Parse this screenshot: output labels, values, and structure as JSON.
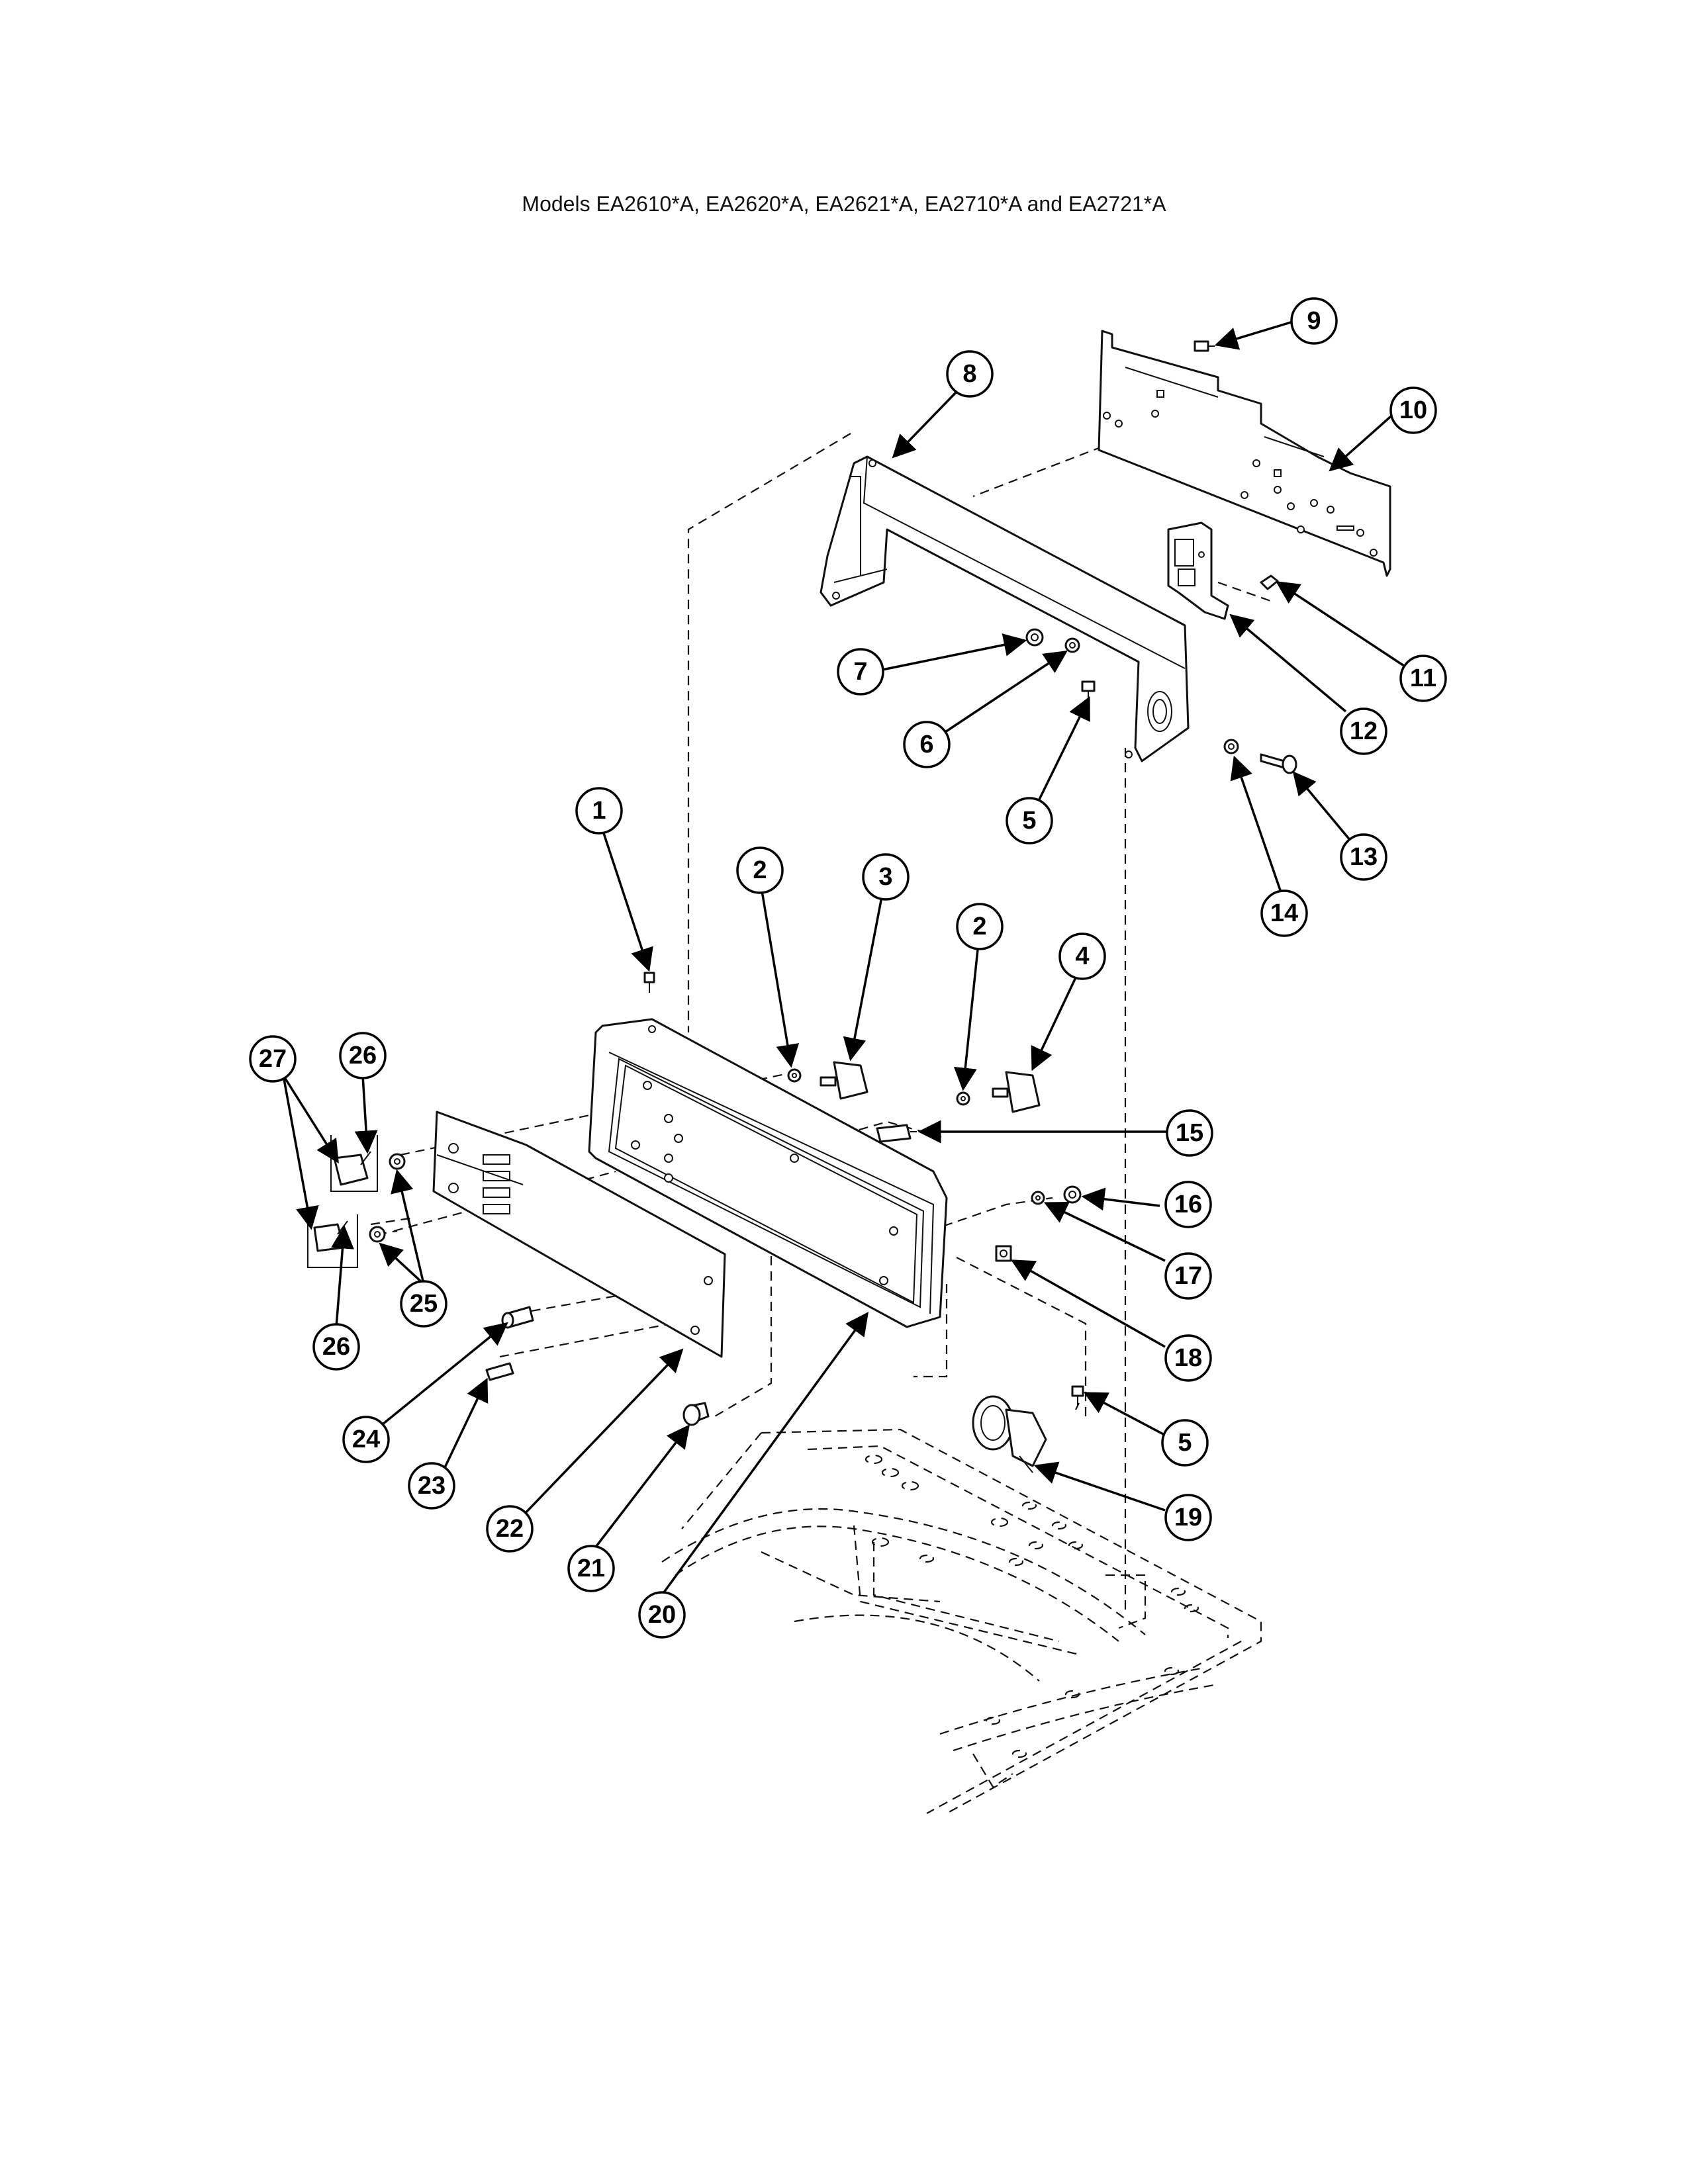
{
  "title": "Models EA2610*A, EA2620*A, EA2621*A, EA2710*A and EA2721*A",
  "callouts": [
    {
      "id": "callout-1",
      "label": "1"
    },
    {
      "id": "callout-2a",
      "label": "2"
    },
    {
      "id": "callout-2b",
      "label": "2"
    },
    {
      "id": "callout-3",
      "label": "3"
    },
    {
      "id": "callout-4",
      "label": "4"
    },
    {
      "id": "callout-5a",
      "label": "5"
    },
    {
      "id": "callout-5b",
      "label": "5"
    },
    {
      "id": "callout-6",
      "label": "6"
    },
    {
      "id": "callout-7",
      "label": "7"
    },
    {
      "id": "callout-8",
      "label": "8"
    },
    {
      "id": "callout-9",
      "label": "9"
    },
    {
      "id": "callout-10",
      "label": "10"
    },
    {
      "id": "callout-11",
      "label": "11"
    },
    {
      "id": "callout-12",
      "label": "12"
    },
    {
      "id": "callout-13",
      "label": "13"
    },
    {
      "id": "callout-14",
      "label": "14"
    },
    {
      "id": "callout-15",
      "label": "15"
    },
    {
      "id": "callout-16",
      "label": "16"
    },
    {
      "id": "callout-17",
      "label": "17"
    },
    {
      "id": "callout-18",
      "label": "18"
    },
    {
      "id": "callout-19",
      "label": "19"
    },
    {
      "id": "callout-20",
      "label": "20"
    },
    {
      "id": "callout-21",
      "label": "21"
    },
    {
      "id": "callout-22",
      "label": "22"
    },
    {
      "id": "callout-23",
      "label": "23"
    },
    {
      "id": "callout-24",
      "label": "24"
    },
    {
      "id": "callout-25",
      "label": "25"
    },
    {
      "id": "callout-26a",
      "label": "26"
    },
    {
      "id": "callout-26b",
      "label": "26"
    },
    {
      "id": "callout-27",
      "label": "27"
    }
  ]
}
